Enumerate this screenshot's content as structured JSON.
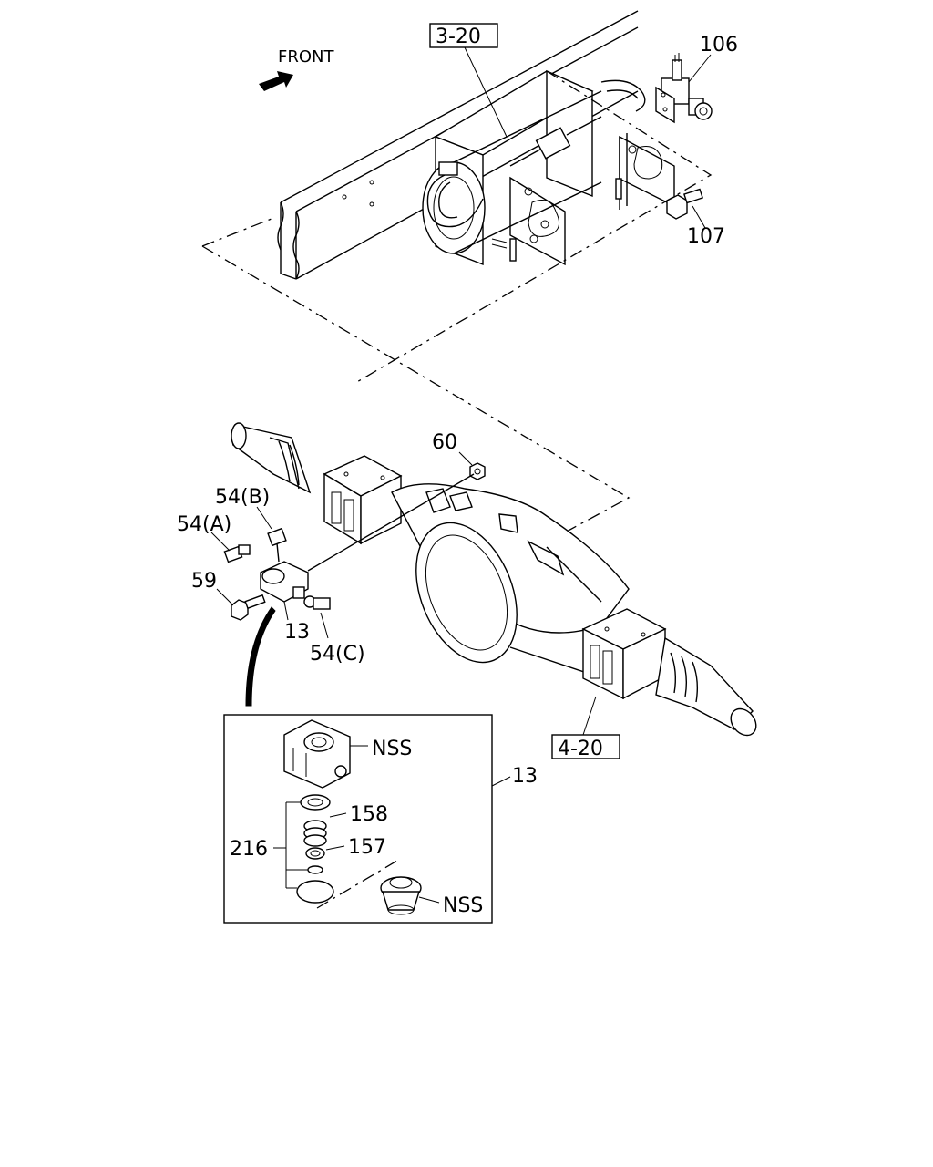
{
  "direction_label": "FRONT",
  "ref_boxes": {
    "top": "3-20",
    "bottom": "4-20"
  },
  "callouts": {
    "c106": "106",
    "c107": "107",
    "c60": "60",
    "c54b": "54(B)",
    "c54a": "54(A)",
    "c59": "59",
    "c13": "13",
    "c54c": "54(C)"
  },
  "detail": {
    "ref": "13",
    "nss_top": "NSS",
    "c158": "158",
    "c157": "157",
    "c216": "216",
    "nss_bottom": "NSS"
  },
  "icons": [
    "front-arrow-icon"
  ]
}
